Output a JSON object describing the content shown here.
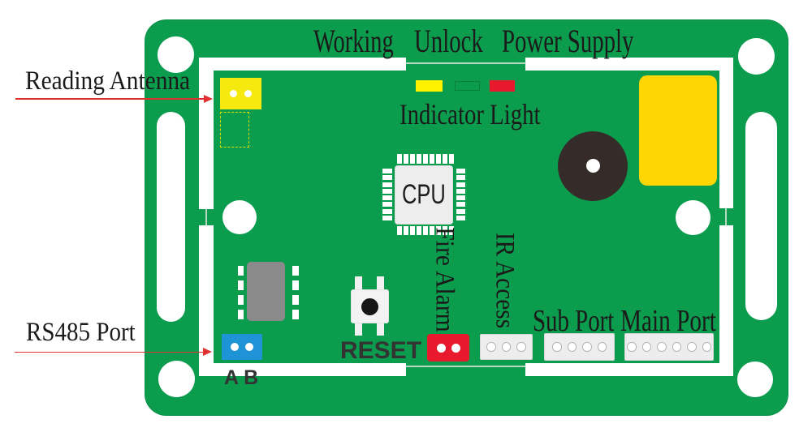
{
  "labels": {
    "working": "Working",
    "unlock": "Unlock",
    "power_supply": "Power Supply",
    "indicator_light": "Indicator Light",
    "reading_antenna": "Reading Antenna",
    "rs485_port": "RS485 Port",
    "rs485_pins": "A B",
    "fire_alarm": "Fire Alarm",
    "ir_access": "IR Access",
    "sub_port": "Sub Port",
    "main_port": "Main Port",
    "cpu": "CPU",
    "reset": "RESET"
  },
  "connectors": {
    "reading_antenna_pins": 2,
    "rs485_pins": 2,
    "fire_alarm_pins": 2,
    "ir_access_pins": 3,
    "sub_port_pins": 4,
    "main_port_pins": 6
  },
  "colors": {
    "board_green": "#0C9C4E",
    "antenna_yellow": "#F6E90D",
    "led_yellow": "#FFF200",
    "led_red": "#E8192C",
    "led_unlock_outline": "#0B7D3E",
    "relay_yellow": "#FFD504",
    "fire_alarm_red": "#E8192C",
    "rs485_blue": "#1E93D6",
    "buzzer_black": "#352B28",
    "arrow_red": "#E03030"
  }
}
